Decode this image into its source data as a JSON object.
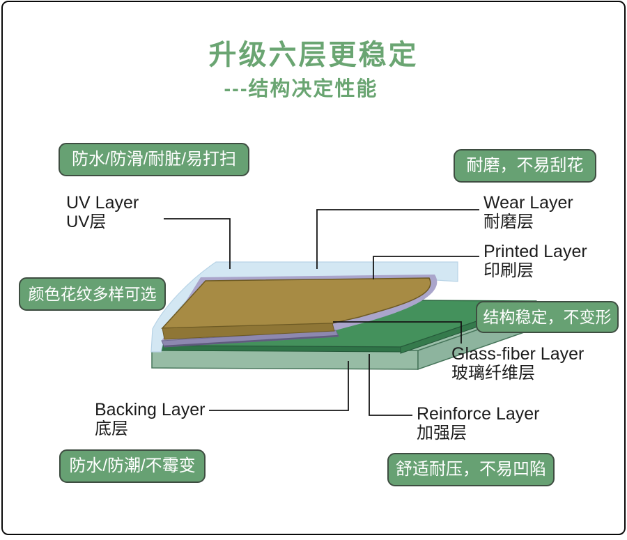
{
  "page": {
    "title": "升级六层更稳定",
    "subtitle": "---结构决定性能"
  },
  "badges": {
    "top_left": "防水/防滑/耐脏/易打扫",
    "top_right": "耐磨，不易刮花",
    "mid_left": "颜色花纹多样可选",
    "mid_right": "结构稳定，不变形",
    "bottom_left": "防水/防潮/不霉变",
    "bottom_right": "舒适耐压，不易凹陷"
  },
  "layers": {
    "uv": {
      "en": "UV Layer",
      "zh": "UV层"
    },
    "wear": {
      "en": "Wear Layer",
      "zh": "耐磨层"
    },
    "printed": {
      "en": "Printed Layer",
      "zh": "印刷层"
    },
    "glass_fiber": {
      "en": "Glass-fiber Layer",
      "zh": "玻璃纤维层"
    },
    "backing": {
      "en": "Backing Layer",
      "zh": "底层"
    },
    "reinforce": {
      "en": "Reinforce Layer",
      "zh": "加强层"
    }
  },
  "colors": {
    "accent_green": "#6aa572",
    "badge_fill": "#67a173",
    "badge_border": "#3e4d41",
    "badge_text": "#ffffff",
    "label_text": "#1c1c1c",
    "uv_layer_blue": "#d3e7f3",
    "printed_layer_brown": "#a78b44",
    "glass_fiber_purple": "#aaa5cb",
    "core_green": "#44915c",
    "backing_teal": "#9cc0aa"
  }
}
